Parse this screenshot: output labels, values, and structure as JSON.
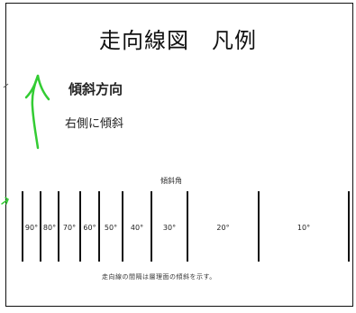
{
  "legend": {
    "title": "走向線図　凡例",
    "dip_direction_heading": "傾斜方向",
    "dip_direction_note": "右側に傾斜",
    "dip_angle_heading": "傾斜角",
    "footnote": "走向線の間隔は層理面の傾斜を示す。"
  },
  "colors": {
    "arrow": "#33cc33",
    "line": "#111111",
    "frame": "#111111"
  },
  "strike_lines": {
    "labels": [
      "90°",
      "80°",
      "70°",
      "60°",
      "50°",
      "40°",
      "30°",
      "20°",
      "10°"
    ]
  }
}
